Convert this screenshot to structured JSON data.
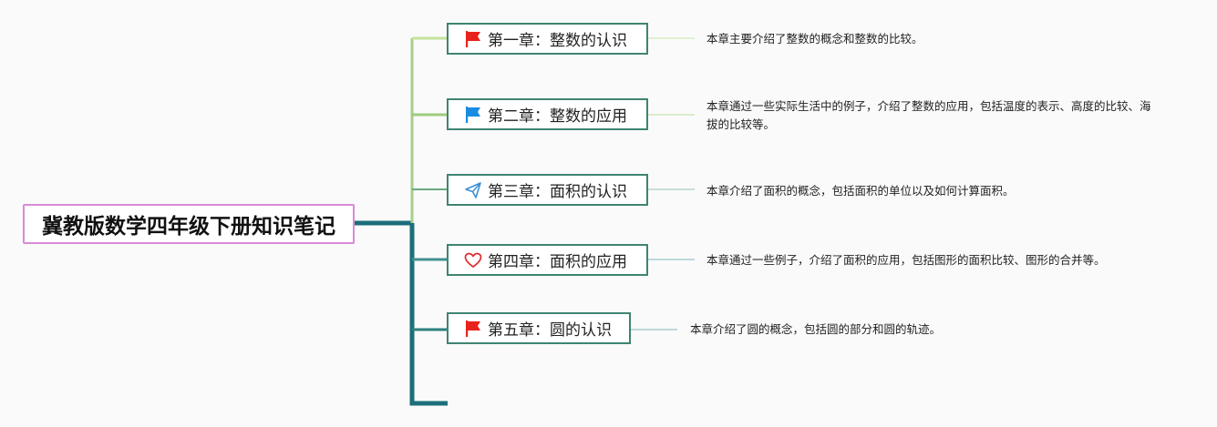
{
  "root": {
    "title": "冀教版数学四年级下册知识笔记"
  },
  "chapters": [
    {
      "label": "第一章：整数的认识",
      "icon": "red-flag-icon",
      "note": "本章主要介绍了整数的概念和整数的比较。"
    },
    {
      "label": "第二章：整数的应用",
      "icon": "blue-flag-icon",
      "note": "本章通过一些实际生活中的例子，介绍了整数的应用，包括温度的表示、高度的比较、海拔的比较等。"
    },
    {
      "label": "第三章：面积的认识",
      "icon": "paper-plane-icon",
      "note": "本章介绍了面积的概念，包括面积的单位以及如何计算面积。"
    },
    {
      "label": "第四章：面积的应用",
      "icon": "heart-icon",
      "note": "本章通过一些例子，介绍了面积的应用，包括图形的面积比较、图形的合并等。"
    },
    {
      "label": "第五章：圆的认识",
      "icon": "red-flag-icon",
      "note": "本章介绍了圆的概念，包括圆的部分和圆的轨迹。"
    }
  ],
  "colors": {
    "root_border": "#d98ad6",
    "chapter_border": "#3f8472",
    "trunk": "#1b6f7a",
    "flag_red": "#e8231c",
    "flag_blue": "#1a8be0",
    "plane": "#3a8fd6",
    "heart": "#e0282c"
  }
}
